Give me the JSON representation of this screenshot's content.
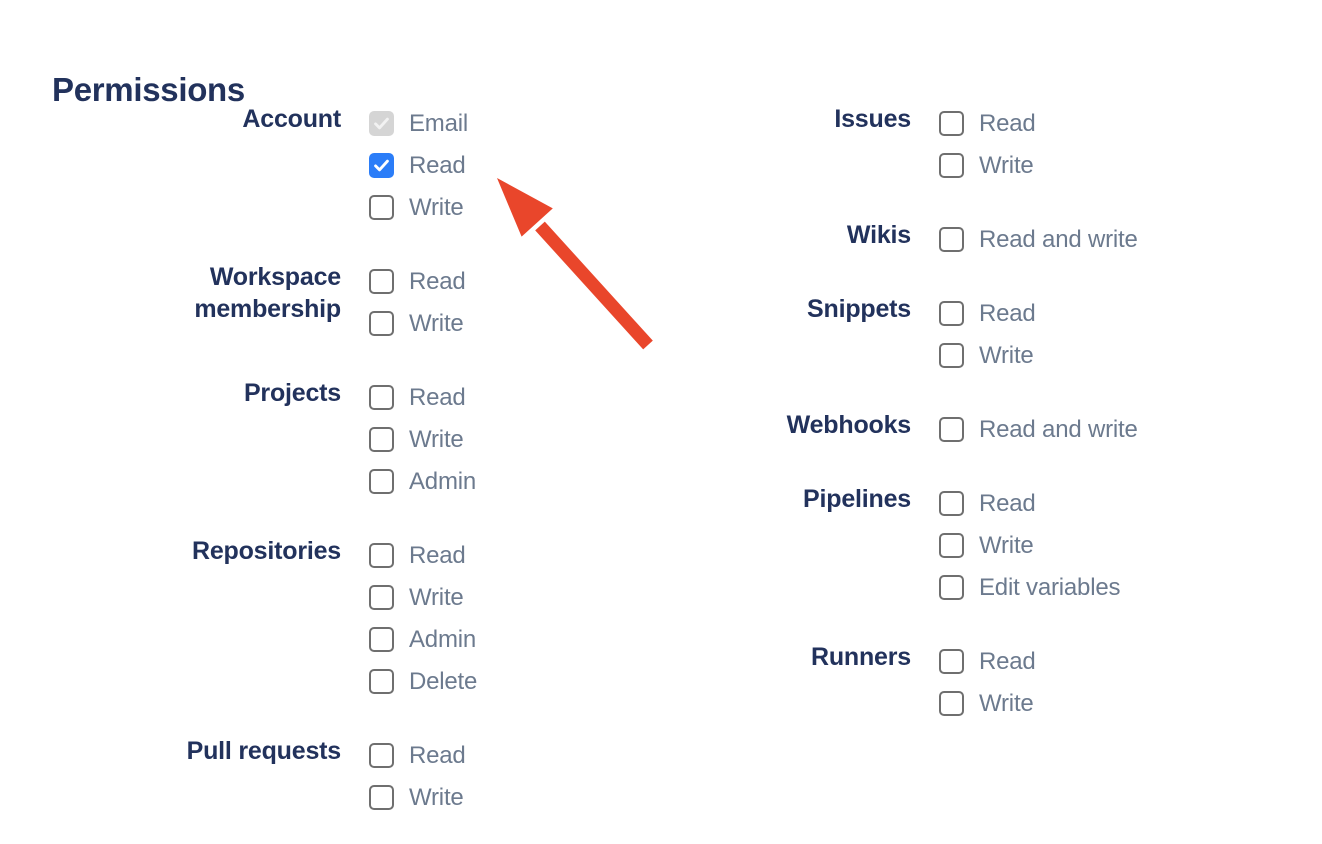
{
  "title": "Permissions",
  "arrow": {
    "name": "pointer-arrow",
    "color": "#E9462B"
  },
  "colors": {
    "heading_navy": "#22325C",
    "option_grey": "#6C7A8E",
    "checkbox_border": "#6F6F6F",
    "checkbox_checked_blue": "#2B7DF8",
    "checkbox_disabled_grey": "#D5D5D5",
    "checkbox_disabled_check": "#F2F2F2",
    "checkbox_check_white": "#FFFFFF"
  },
  "columns": [
    {
      "side": "left",
      "groups": [
        {
          "id": "account",
          "label": "Account",
          "options": [
            {
              "id": "email",
              "label": "Email",
              "state": "checked-disabled"
            },
            {
              "id": "read",
              "label": "Read",
              "state": "checked"
            },
            {
              "id": "write",
              "label": "Write",
              "state": "unchecked"
            }
          ]
        },
        {
          "id": "workspace-membership",
          "label": "Workspace membership",
          "options": [
            {
              "id": "read",
              "label": "Read",
              "state": "unchecked"
            },
            {
              "id": "write",
              "label": "Write",
              "state": "unchecked"
            }
          ]
        },
        {
          "id": "projects",
          "label": "Projects",
          "options": [
            {
              "id": "read",
              "label": "Read",
              "state": "unchecked"
            },
            {
              "id": "write",
              "label": "Write",
              "state": "unchecked"
            },
            {
              "id": "admin",
              "label": "Admin",
              "state": "unchecked"
            }
          ]
        },
        {
          "id": "repositories",
          "label": "Repositories",
          "options": [
            {
              "id": "read",
              "label": "Read",
              "state": "unchecked"
            },
            {
              "id": "write",
              "label": "Write",
              "state": "unchecked"
            },
            {
              "id": "admin",
              "label": "Admin",
              "state": "unchecked"
            },
            {
              "id": "delete",
              "label": "Delete",
              "state": "unchecked"
            }
          ]
        },
        {
          "id": "pull-requests",
          "label": "Pull requests",
          "options": [
            {
              "id": "read",
              "label": "Read",
              "state": "unchecked"
            },
            {
              "id": "write",
              "label": "Write",
              "state": "unchecked"
            }
          ]
        }
      ]
    },
    {
      "side": "right",
      "groups": [
        {
          "id": "issues",
          "label": "Issues",
          "options": [
            {
              "id": "read",
              "label": "Read",
              "state": "unchecked"
            },
            {
              "id": "write",
              "label": "Write",
              "state": "unchecked"
            }
          ]
        },
        {
          "id": "wikis",
          "label": "Wikis",
          "options": [
            {
              "id": "read-and-write",
              "label": "Read and write",
              "state": "unchecked"
            }
          ]
        },
        {
          "id": "snippets",
          "label": "Snippets",
          "options": [
            {
              "id": "read",
              "label": "Read",
              "state": "unchecked"
            },
            {
              "id": "write",
              "label": "Write",
              "state": "unchecked"
            }
          ]
        },
        {
          "id": "webhooks",
          "label": "Webhooks",
          "options": [
            {
              "id": "read-and-write",
              "label": "Read and write",
              "state": "unchecked"
            }
          ]
        },
        {
          "id": "pipelines",
          "label": "Pipelines",
          "options": [
            {
              "id": "read",
              "label": "Read",
              "state": "unchecked"
            },
            {
              "id": "write",
              "label": "Write",
              "state": "unchecked"
            },
            {
              "id": "edit-variables",
              "label": "Edit variables",
              "state": "unchecked"
            }
          ]
        },
        {
          "id": "runners",
          "label": "Runners",
          "options": [
            {
              "id": "read",
              "label": "Read",
              "state": "unchecked"
            },
            {
              "id": "write",
              "label": "Write",
              "state": "unchecked"
            }
          ]
        }
      ]
    }
  ]
}
